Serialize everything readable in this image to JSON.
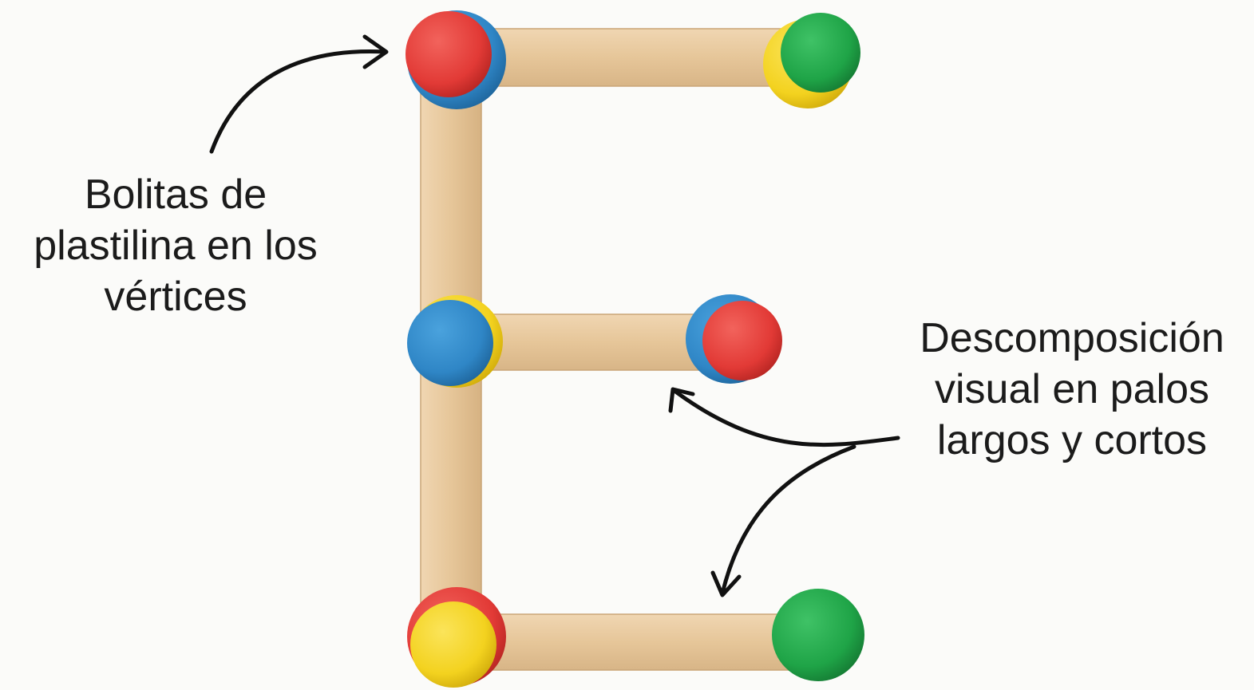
{
  "annotations": {
    "vertices_label": {
      "lines": [
        "Bolitas de",
        "plastilina en los",
        "vértices"
      ]
    },
    "decomposition_label": {
      "lines": [
        "Descomposición",
        "visual en palos",
        "largos y cortos"
      ]
    }
  },
  "colors": {
    "background": "#fbfbf9",
    "stick": "#e8c9a0",
    "stick_edge": "#c9a577",
    "red": "#e23a36",
    "blue": "#2f86c6",
    "yellow": "#f3d21f",
    "green": "#1fa447",
    "arrow": "#111111"
  },
  "figure": {
    "letter": "E",
    "sticks": [
      {
        "name": "stick-vertical",
        "kind": "long"
      },
      {
        "name": "stick-top",
        "kind": "long"
      },
      {
        "name": "stick-middle",
        "kind": "short"
      },
      {
        "name": "stick-bottom",
        "kind": "long"
      }
    ],
    "balls": [
      {
        "name": "ball-top-left",
        "front": "red",
        "back": "blue"
      },
      {
        "name": "ball-top-right",
        "front": "green",
        "back": "yellow"
      },
      {
        "name": "ball-middle-left",
        "front": "blue",
        "back": "yellow"
      },
      {
        "name": "ball-middle-right",
        "front": "red",
        "back": "blue"
      },
      {
        "name": "ball-bottom-left",
        "front": "yellow",
        "back": "red"
      },
      {
        "name": "ball-bottom-right",
        "front": "green",
        "back": "green"
      }
    ]
  }
}
